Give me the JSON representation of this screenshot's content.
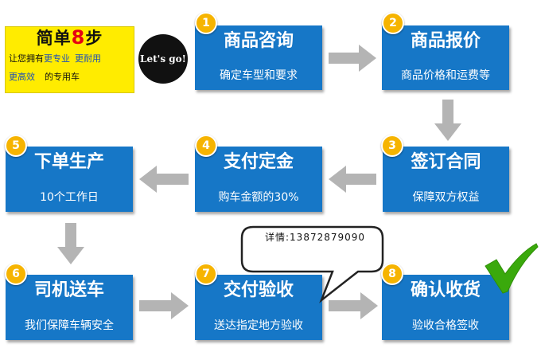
{
  "intro": {
    "title_prefix": "简单",
    "title_number": "8",
    "title_suffix": "步",
    "line1_black": "让您拥有",
    "line1_blue_a": "更专业",
    "line1_blue_b": "更耐用",
    "line2_blue": "更高效",
    "line2_black": "的专用车"
  },
  "letsgo": "Let's go!",
  "steps": [
    {
      "num": "1",
      "title": "商品咨询",
      "sub": "确定车型和要求"
    },
    {
      "num": "2",
      "title": "商品报价",
      "sub": "商品价格和运费等"
    },
    {
      "num": "3",
      "title": "签订合同",
      "sub": "保障双方权益"
    },
    {
      "num": "4",
      "title": "支付定金",
      "sub": "购车金额的30%"
    },
    {
      "num": "5",
      "title": "下单生产",
      "sub": "10个工作日"
    },
    {
      "num": "6",
      "title": "司机送车",
      "sub": "我们保障车辆安全"
    },
    {
      "num": "7",
      "title": "交付验收",
      "sub": "送达指定地方验收"
    },
    {
      "num": "8",
      "title": "确认收货",
      "sub": "验收合格签收"
    }
  ],
  "bubble": {
    "text": "详情:13872879090"
  },
  "colors": {
    "box": "#1677c7",
    "badge": "#f6b400",
    "arrow": "#b4b4b4",
    "check": "#3aa90c",
    "intro_bg": "#ffec00"
  }
}
